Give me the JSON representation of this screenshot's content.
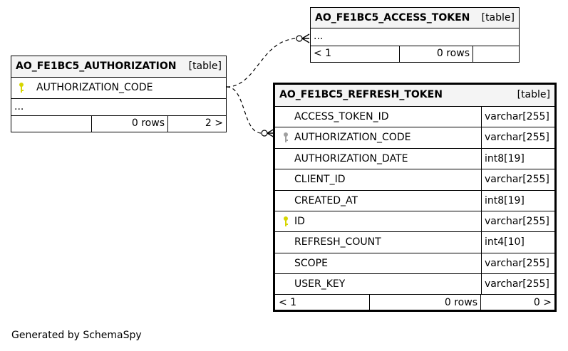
{
  "tables": {
    "access_token": {
      "name": "AO_FE1BC5_ACCESS_TOKEN",
      "tag": "[table]",
      "more": "...",
      "footer": {
        "parents": "< 1",
        "rows": "0 rows",
        "children": ""
      }
    },
    "authorization": {
      "name": "AO_FE1BC5_AUTHORIZATION",
      "tag": "[table]",
      "key_column": "AUTHORIZATION_CODE",
      "more": "...",
      "footer": {
        "parents": "",
        "rows": "0 rows",
        "children": "2 >"
      }
    },
    "refresh_token": {
      "name": "AO_FE1BC5_REFRESH_TOKEN",
      "tag": "[table]",
      "columns": [
        {
          "name": "ACCESS_TOKEN_ID",
          "type": "varchar[255]",
          "key": "none"
        },
        {
          "name": "AUTHORIZATION_CODE",
          "type": "varchar[255]",
          "key": "foreign"
        },
        {
          "name": "AUTHORIZATION_DATE",
          "type": "int8[19]",
          "key": "none"
        },
        {
          "name": "CLIENT_ID",
          "type": "varchar[255]",
          "key": "none"
        },
        {
          "name": "CREATED_AT",
          "type": "int8[19]",
          "key": "none"
        },
        {
          "name": "ID",
          "type": "varchar[255]",
          "key": "primary"
        },
        {
          "name": "REFRESH_COUNT",
          "type": "int4[10]",
          "key": "none"
        },
        {
          "name": "SCOPE",
          "type": "varchar[255]",
          "key": "none"
        },
        {
          "name": "USER_KEY",
          "type": "varchar[255]",
          "key": "none"
        }
      ],
      "footer": {
        "parents": "< 1",
        "rows": "0 rows",
        "children": "0 >"
      }
    }
  },
  "colors": {
    "primary_key": "#d6d600",
    "foreign_key": "#a0a0a0",
    "header_bg": "#f4f4f4",
    "line": "#000000"
  },
  "icons": {
    "primary_key": "key-icon",
    "foreign_key": "key-icon"
  },
  "footer_text": "Generated by SchemaSpy"
}
